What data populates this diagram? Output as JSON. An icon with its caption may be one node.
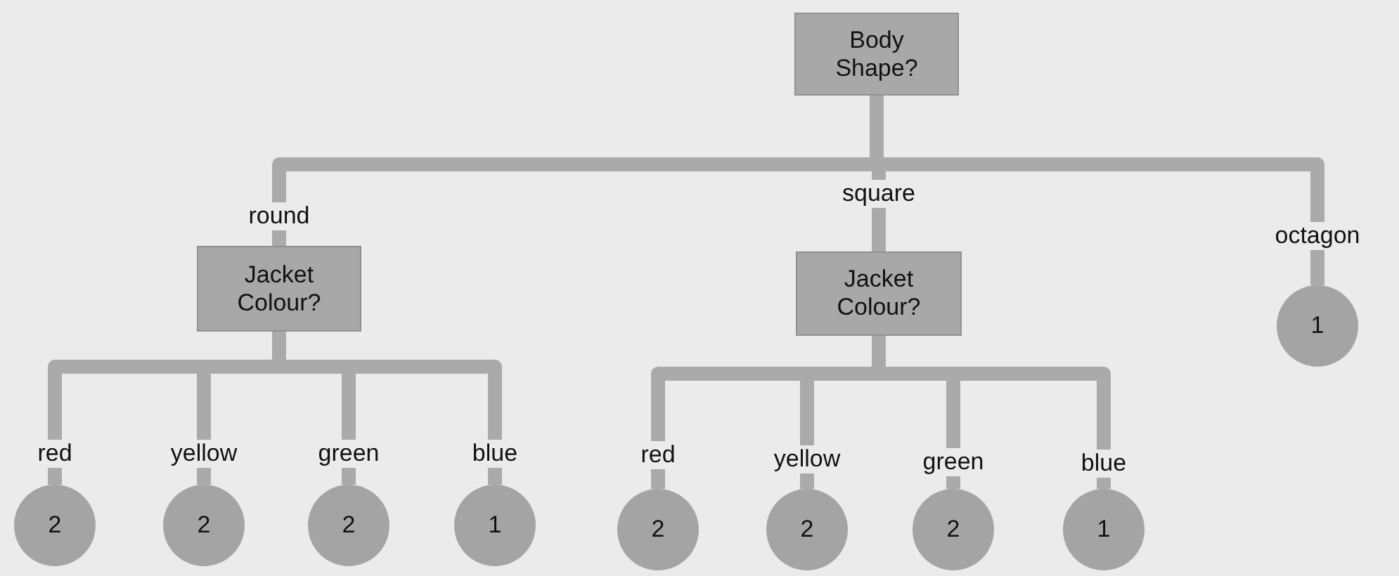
{
  "diagram": {
    "nodes": [
      {
        "text": [
          "Body Shape?"
        ]
      },
      {
        "text": [
          "Jacket Colour?"
        ]
      },
      {
        "text": [
          "Jacket Colour?"
        ]
      },
      {
        "text": [
          "1"
        ]
      },
      {
        "text": [
          "2"
        ]
      },
      {
        "text": [
          "2"
        ]
      },
      {
        "text": [
          "2"
        ]
      },
      {
        "text": [
          "1"
        ]
      },
      {
        "text": [
          "2"
        ]
      },
      {
        "text": [
          "2"
        ]
      },
      {
        "text": [
          "2"
        ]
      },
      {
        "text": [
          "1"
        ]
      }
    ],
    "edges": [
      {
        "from": 0,
        "to": 1,
        "arrow": "none",
        "label": "round"
      },
      {
        "from": 0,
        "to": 2,
        "arrow": "none",
        "label": "square"
      },
      {
        "from": 0,
        "to": 3,
        "arrow": "none",
        "label": "octagon"
      },
      {
        "from": 1,
        "to": 4,
        "arrow": "none",
        "label": "red"
      },
      {
        "from": 1,
        "to": 5,
        "arrow": "none",
        "label": "yellow"
      },
      {
        "from": 1,
        "to": 6,
        "arrow": "none",
        "label": "green"
      },
      {
        "from": 1,
        "to": 7,
        "arrow": "none",
        "label": "blue"
      },
      {
        "from": 2,
        "to": 8,
        "arrow": "none",
        "label": "red"
      },
      {
        "from": 2,
        "to": 9,
        "arrow": "none",
        "label": "yellow"
      },
      {
        "from": 2,
        "to": 10,
        "arrow": "none",
        "label": "green"
      },
      {
        "from": 2,
        "to": 11,
        "arrow": "none",
        "label": "blue"
      }
    ]
  }
}
